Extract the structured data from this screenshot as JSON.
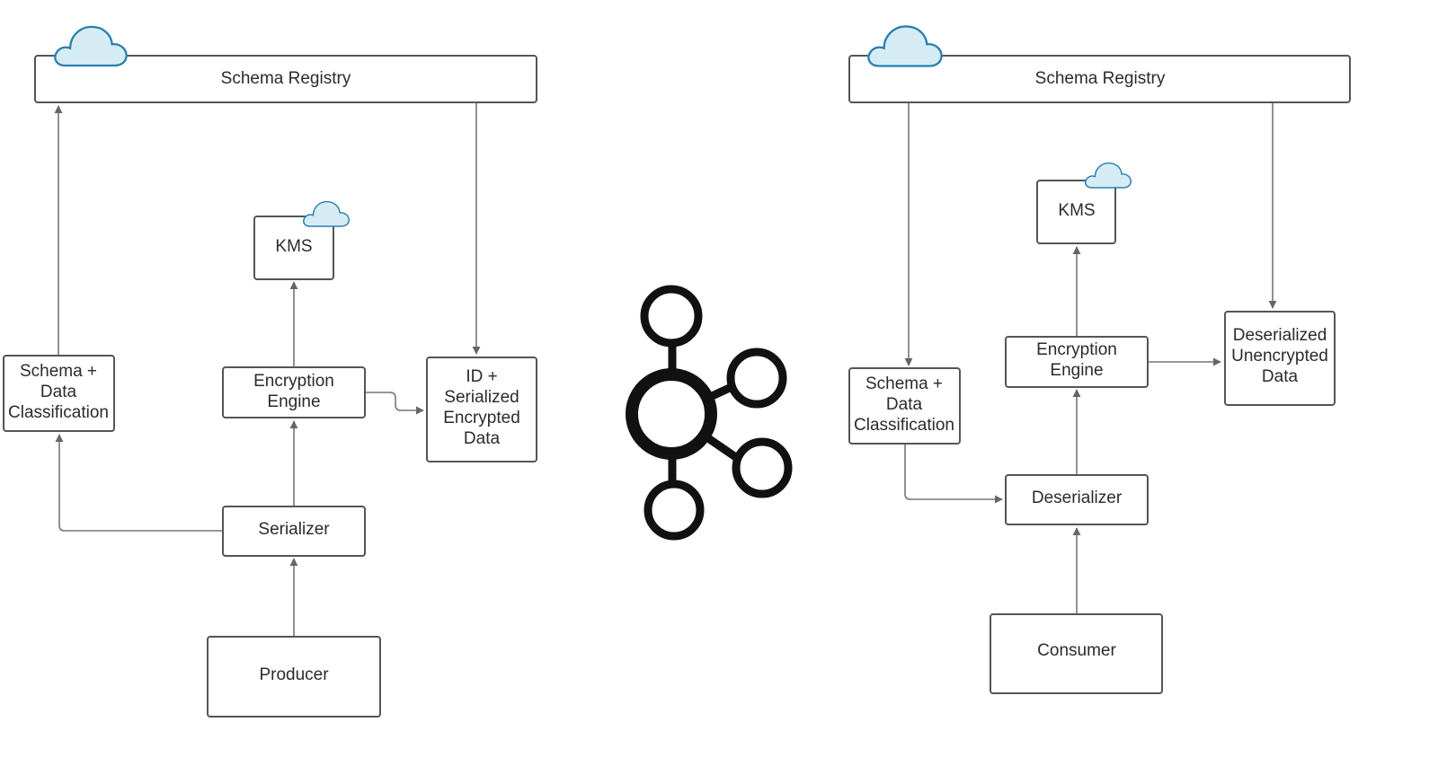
{
  "left": {
    "schema_registry": "Schema Registry",
    "schema_classification": [
      "Schema +",
      "Data",
      "Classification"
    ],
    "kms": "KMS",
    "encryption_engine": [
      "Encryption",
      "Engine"
    ],
    "serialized_output": [
      "ID +",
      "Serialized",
      "Encrypted",
      "Data"
    ],
    "serializer": "Serializer",
    "producer": "Producer"
  },
  "right": {
    "schema_registry": "Schema Registry",
    "schema_classification": [
      "Schema +",
      "Data",
      "Classification"
    ],
    "kms": "KMS",
    "encryption_engine": [
      "Encryption",
      "Engine"
    ],
    "deserialized_output": [
      "Deserialized",
      "Unencrypted",
      "Data"
    ],
    "deserializer": "Deserializer",
    "consumer": "Consumer"
  },
  "icons": {
    "cloud": "cloud-icon",
    "kafka": "kafka-logo-icon"
  },
  "colors": {
    "cloud_fill": "#d6ecf5",
    "cloud_stroke": "#2a7fb0",
    "node_border": "#555555",
    "edge": "#777777",
    "kafka_logo": "#111111"
  }
}
